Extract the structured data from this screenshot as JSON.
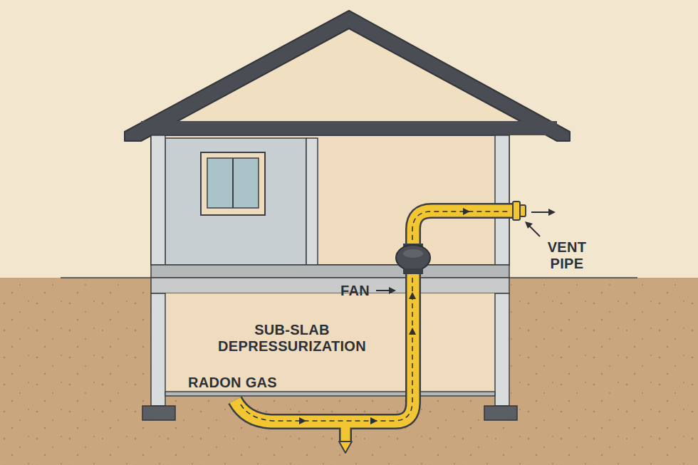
{
  "diagram": {
    "labels": [
      "VENT PIPE",
      "FAN",
      "SUB-SLAB DEPRESSURIZATION",
      "RADON GAS"
    ]
  }
}
